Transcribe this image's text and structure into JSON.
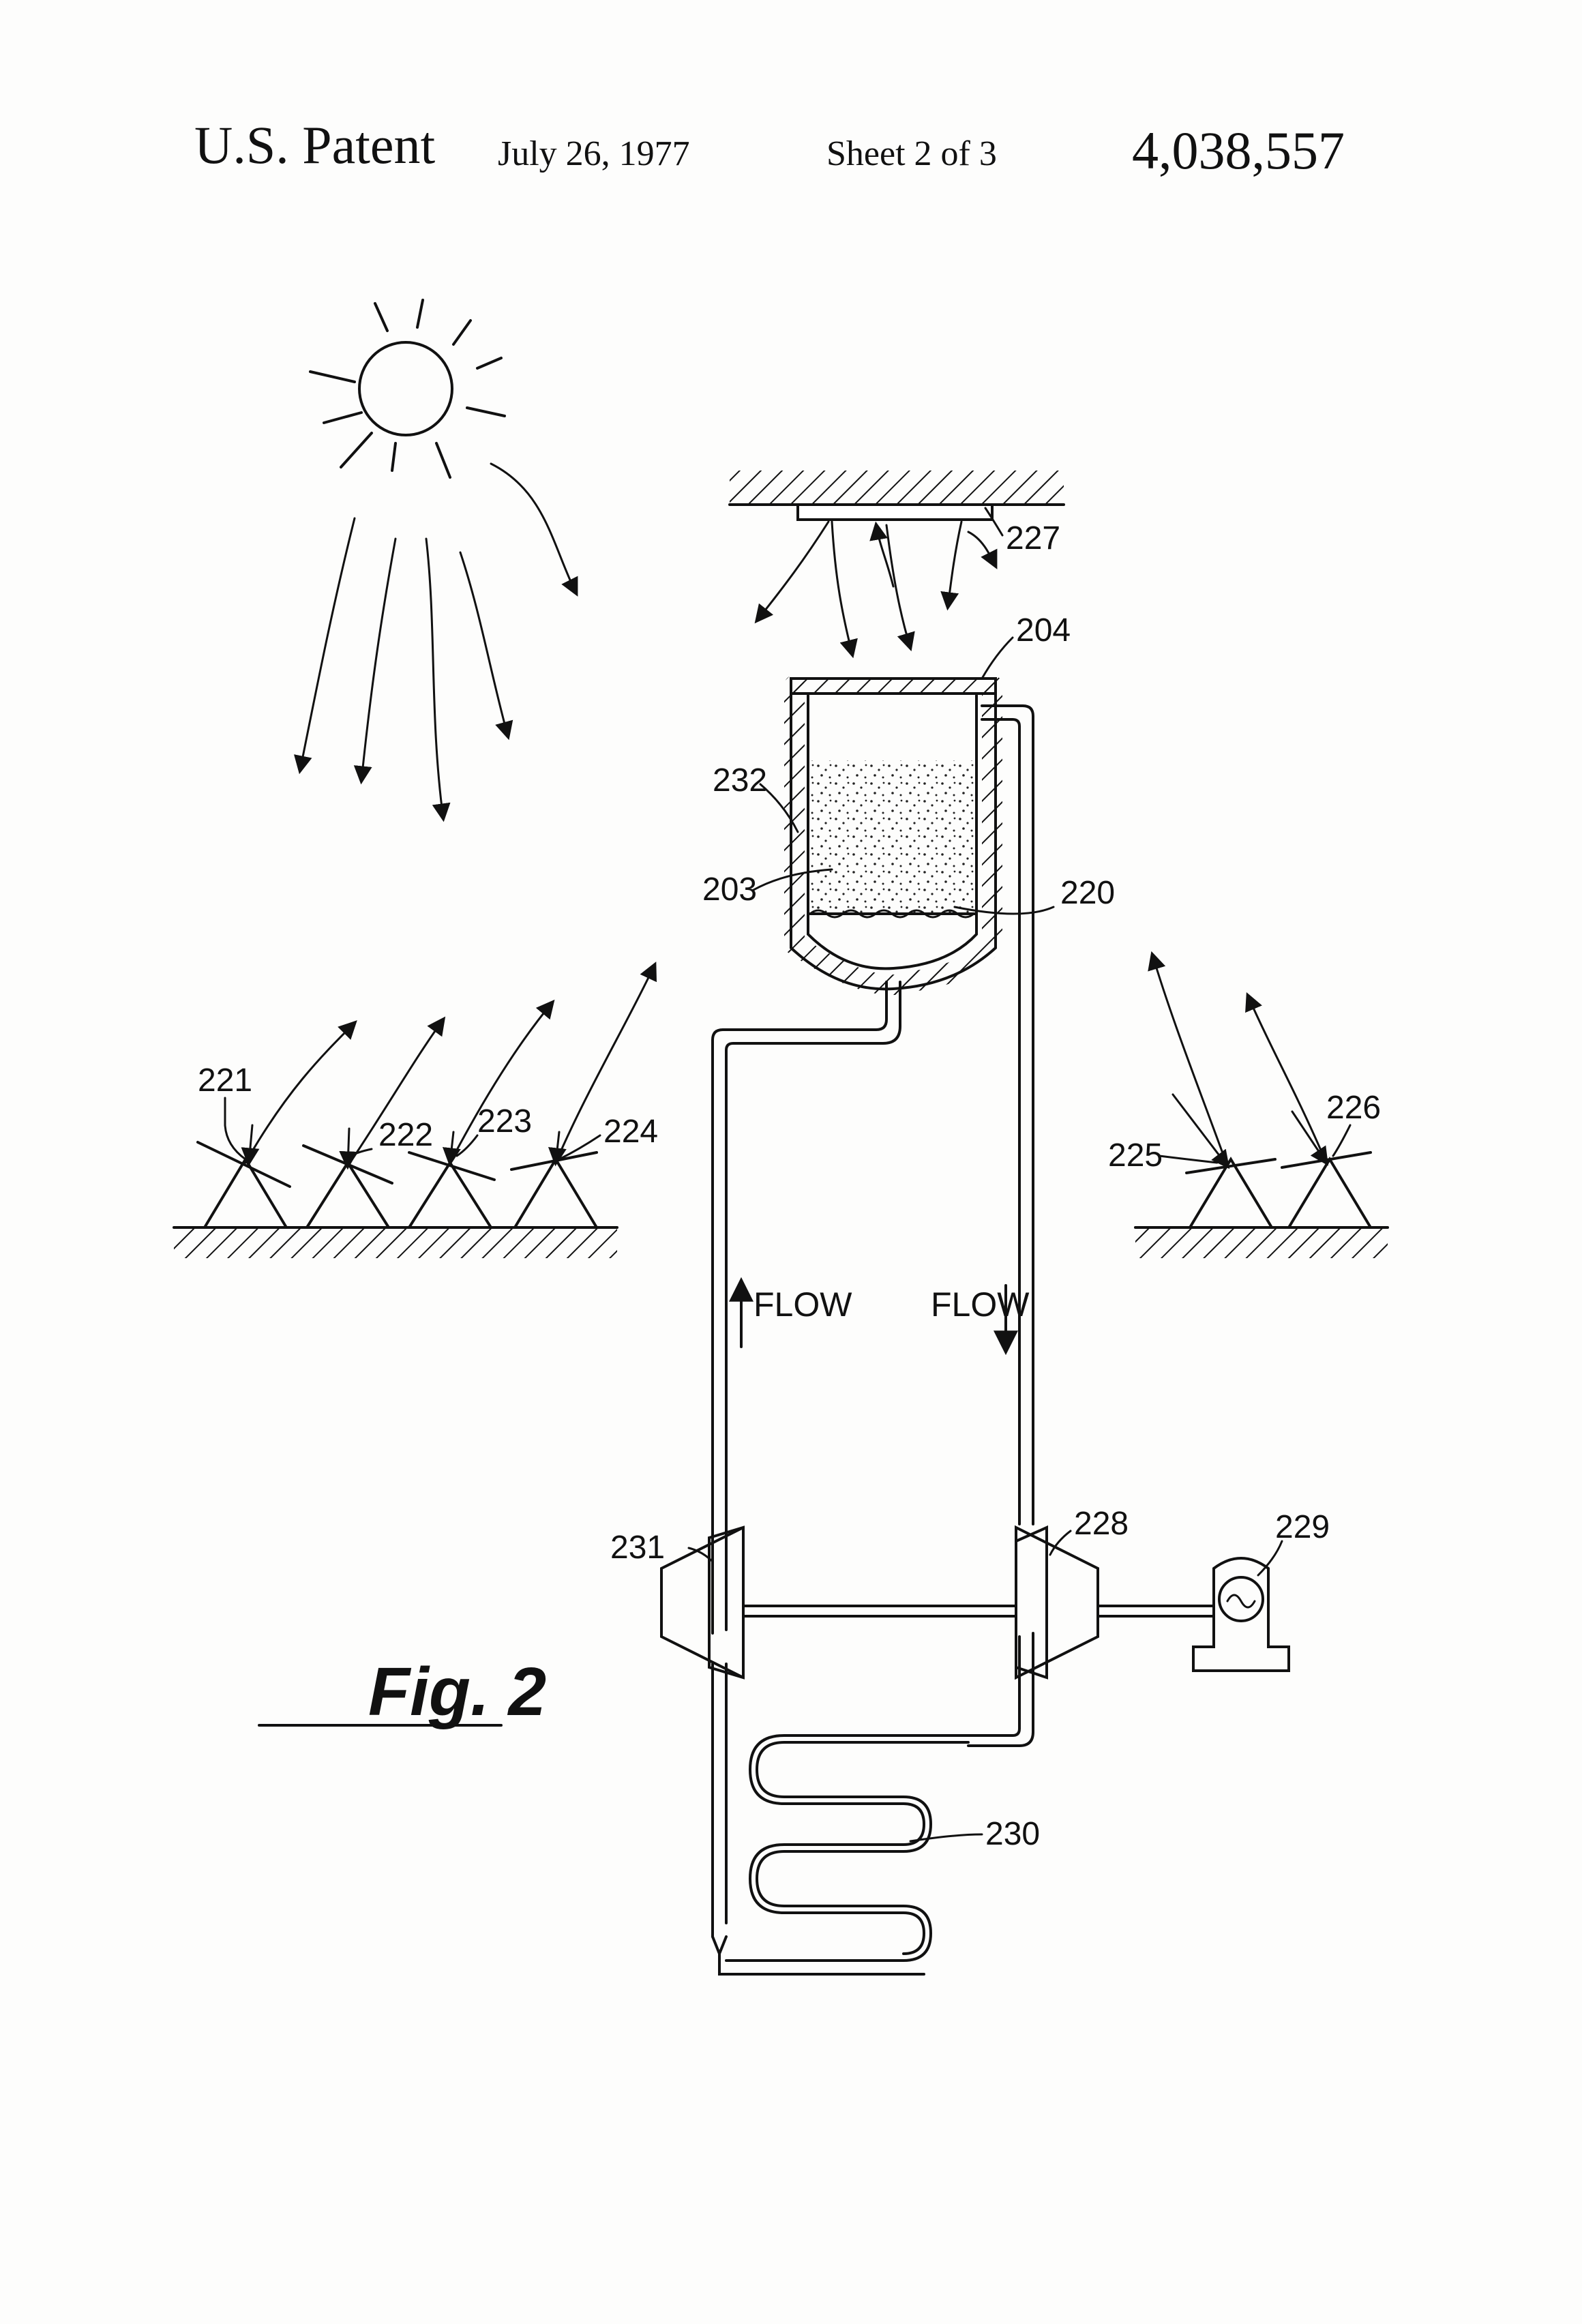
{
  "header": {
    "title": "U.S. Patent",
    "date": "July 26, 1977",
    "sheet": "Sheet 2 of 3",
    "patent_number": "4,038,557"
  },
  "figure": {
    "caption": "Fig. 2"
  },
  "labels": {
    "ref_221": "221",
    "ref_222": "222",
    "ref_223": "223",
    "ref_224": "224",
    "ref_225": "225",
    "ref_226": "226",
    "ref_227": "227",
    "ref_204": "204",
    "ref_232": "232",
    "ref_203": "203",
    "ref_220": "220",
    "ref_228": "228",
    "ref_229": "229",
    "ref_231": "231",
    "ref_230": "230",
    "flow_up": "FLOW",
    "flow_down": "FLOW"
  },
  "colors": {
    "ink": "#111111",
    "paper": "#fdfdfc"
  }
}
